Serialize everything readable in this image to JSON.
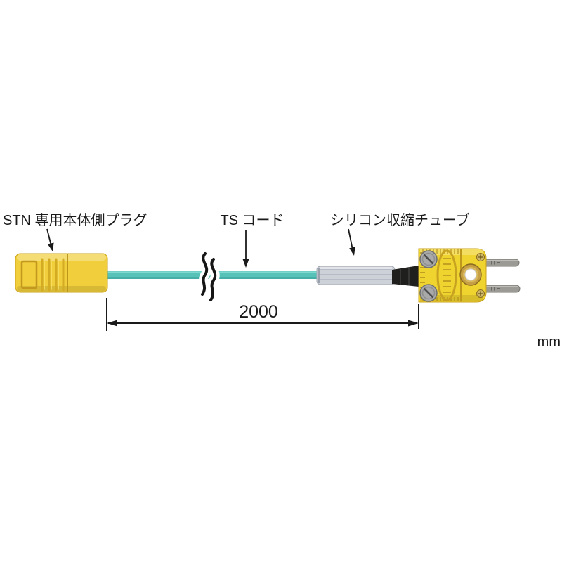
{
  "labels": {
    "plug": "STN 専用本体側プラグ",
    "cord": "TS コード",
    "tube": "シリコン収縮チューブ"
  },
  "dimension": {
    "value": "2000",
    "unit": "mm"
  },
  "colors": {
    "plug_yellow": "#F1CE3C",
    "connector_yellow": "#EFD32E",
    "cord_teal": "#57C2B8",
    "tube_gray": "#CDD1D8",
    "strain_black": "#1F1F1E",
    "metal_gray": "#9B9A94",
    "ink": "#1A1A1A"
  },
  "icons": {
    "plug_arrow": "down-arrow",
    "cord_arrow": "down-arrow",
    "tube_arrow": "down-arrow",
    "cord_break": "cable-break-squiggle",
    "screws": "slotted-screw",
    "polarity_screws": "cross-screw"
  }
}
